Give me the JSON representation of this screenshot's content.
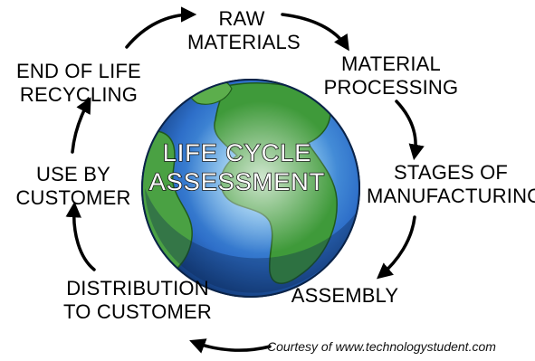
{
  "center": {
    "line1": "LIFE CYCLE",
    "line2": "ASSESSMENT"
  },
  "stages": {
    "raw_materials": [
      "RAW",
      "MATERIALS"
    ],
    "material_processing": [
      "MATERIAL",
      "PROCESSING"
    ],
    "manufacturing": [
      "STAGES OF",
      "MANUFACTURING"
    ],
    "assembly": [
      "ASSEMBLY"
    ],
    "distribution": [
      "DISTRIBUTION",
      "TO CUSTOMER"
    ],
    "use": [
      "USE BY",
      "CUSTOMER"
    ],
    "recycling": [
      "END OF LIFE",
      "RECYCLING"
    ]
  },
  "credit": "Courtesy of www.technologystudent.com",
  "colors": {
    "ocean": "#2e6fc9",
    "land": "#3f9a3a",
    "arrow": "#000000"
  }
}
